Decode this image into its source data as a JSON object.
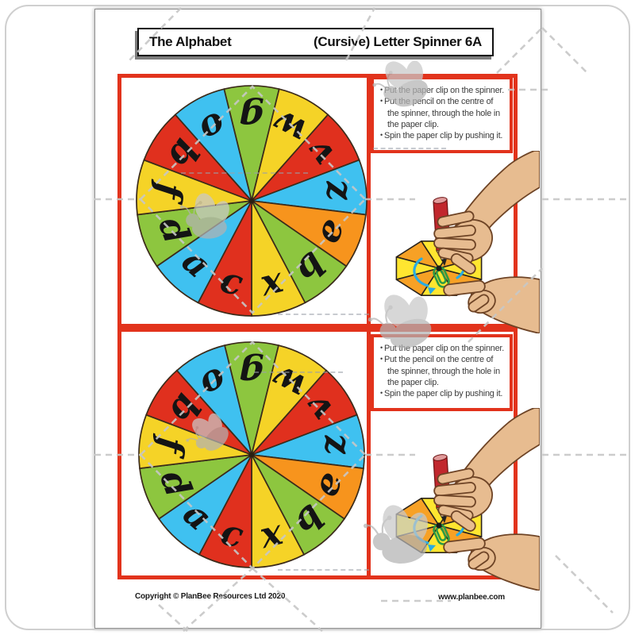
{
  "document": {
    "header": {
      "title_left": "The Alphabet",
      "title_right": "(Cursive) Letter Spinner 6A"
    },
    "footer": {
      "copyright": "Copyright © PlanBee Resources Ltd 2020",
      "website": "www.planbee.com"
    }
  },
  "instructions": {
    "bullet": "•",
    "items": [
      "Put the paper clip on the spinner.",
      "Put the pencil on the centre of the spinner, through the hole in the paper clip.",
      "Spin the paper clip by pushing it."
    ]
  },
  "spinner": {
    "segment_count": 13,
    "letters": [
      "g",
      "w",
      "v",
      "z",
      "e",
      "q",
      "x",
      "c",
      "a",
      "d",
      "f",
      "b",
      "o"
    ],
    "segment_colors": [
      "green",
      "yellow",
      "red",
      "blue",
      "orange",
      "green",
      "yellow",
      "red",
      "blue",
      "green",
      "yellow",
      "red",
      "blue"
    ],
    "palette": {
      "green": "#8DC63F",
      "yellow": "#F5D327",
      "red": "#E0301E",
      "blue": "#3FC1F0",
      "orange": "#F7941D"
    },
    "outline_color": "#3B2B1A",
    "letter_color": "#141414"
  },
  "style": {
    "box_border_color": "#E2331C"
  },
  "illustration": {
    "octagon_colors": [
      "#FFE630",
      "#F7A125"
    ],
    "pencil_color": "#C1272D",
    "paperclip_color": "#2E9B44",
    "arrow_color": "#29ABE2",
    "bee_color": "#B3B3B3"
  }
}
